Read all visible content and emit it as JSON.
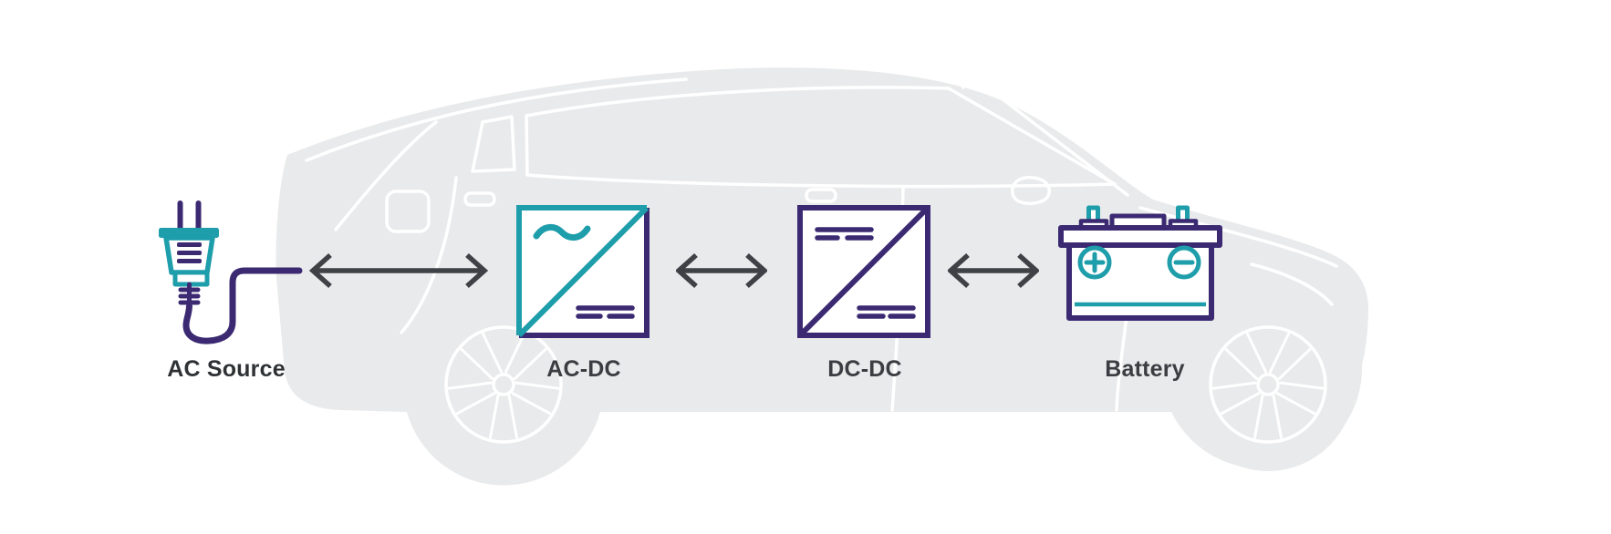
{
  "diagram": {
    "background_vehicle": "electric-car-side-profile-silhouette",
    "nodes": [
      {
        "id": "ac-source",
        "label": "AC Source",
        "icon": "ac-plug-icon"
      },
      {
        "id": "ac-dc",
        "label": "AC-DC",
        "icon": "ac-dc-converter-icon",
        "symbols": {
          "top_left": "ac-sine-wave",
          "bottom_right": "dc-solid-dashed-line"
        }
      },
      {
        "id": "dc-dc",
        "label": "DC-DC",
        "icon": "dc-dc-converter-icon",
        "symbols": {
          "top_left": "dc-solid-dashed-line",
          "bottom_right": "dc-solid-dashed-line"
        }
      },
      {
        "id": "battery",
        "label": "Battery",
        "icon": "battery-icon",
        "symbols": {
          "left_terminal": "plus",
          "right_terminal": "minus"
        }
      }
    ],
    "connections": [
      {
        "from": "ac-source",
        "to": "ac-dc",
        "type": "bidirectional-arrow"
      },
      {
        "from": "ac-dc",
        "to": "dc-dc",
        "type": "bidirectional-arrow"
      },
      {
        "from": "dc-dc",
        "to": "battery",
        "type": "bidirectional-arrow"
      }
    ],
    "colors": {
      "teal_accent": "#1E9DAB",
      "purple_accent": "#3B2A72",
      "arrow_gray": "#3E4145",
      "label_text": "#3A3D41",
      "car_silhouette": "#E9EAEB"
    }
  }
}
